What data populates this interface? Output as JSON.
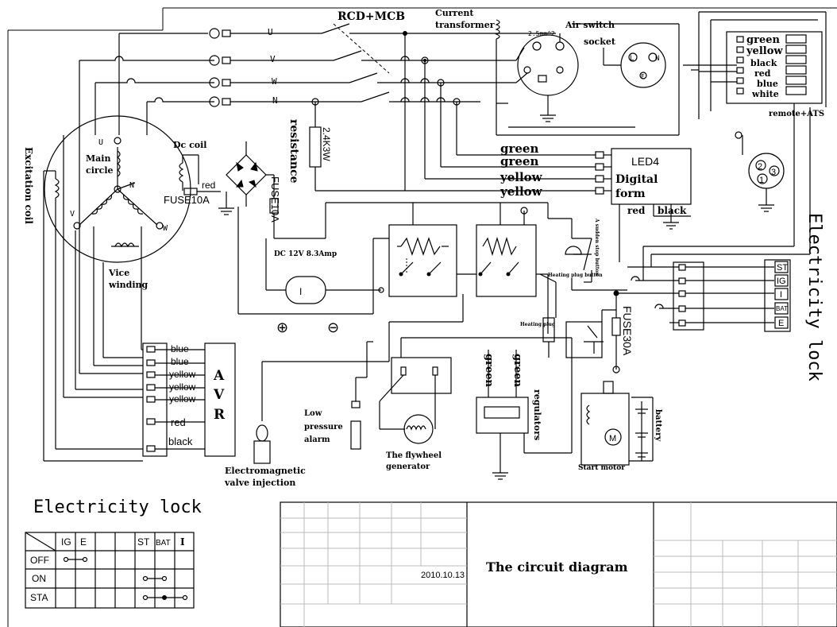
{
  "labels": {
    "rcd": "RCD+MCB",
    "current_transformer_1": "Current",
    "current_transformer_2": "transformer",
    "air_switch": "Air switch",
    "socket": "socket",
    "cable_spec": "2.5mm^2",
    "phase_u": "U",
    "phase_v": "V",
    "phase_w": "W",
    "phase_n": "N",
    "excitation_coil": "Excitation coil",
    "main_circle_1": "Main",
    "main_circle_2": "circle",
    "dc_coil": "Dc coil",
    "fuse_10a_1": "FUSE10A",
    "fuse_10a_2": "FUSE10A",
    "red": "red",
    "resistance": "resistance",
    "resistor_value": "2.4K3W",
    "dc_supply": "DC 12V 8.3Amp",
    "vice_winding_1": "Vice",
    "vice_winding_2": "winding",
    "led_display_1": "LED4",
    "led_display_2": "Digital",
    "led_display_3": "form",
    "led_wire_1": "green",
    "led_wire_2": "green",
    "led_wire_3": "yellow",
    "led_wire_4": "yellow",
    "led_red": "red",
    "led_black": "black",
    "remote_ats": "remote+ATS",
    "remote_wires": [
      "green",
      "yellow",
      "black",
      "red",
      "blue",
      "white"
    ],
    "electricity_lock_vertical": "Electricity lock",
    "sudden_stop": "A sudden stop button",
    "heating_plug_button": "Heating plug button",
    "heating_plug": "Heating plug",
    "fuse_30a": "FUSE30A",
    "battery": "battery",
    "start_motor": "Start motor",
    "regulators": "regulators",
    "flywheel_1": "The flywheel",
    "flywheel_2": "generator",
    "low_pressure_1": "Low",
    "low_pressure_2": "pressure",
    "low_pressure_3": "alarm",
    "valve_1": "Electromagnetic",
    "valve_2": "valve injection",
    "avr_1": "A",
    "avr_2": "V",
    "avr_3": "R",
    "avr_wires": [
      "blue",
      "blue",
      "yellow",
      "yellow",
      "yellow",
      "red",
      "black"
    ],
    "lock_terminals": [
      "ST",
      "IG",
      "I",
      "BAT",
      "E"
    ],
    "plus_sign": "⊕",
    "minus_sign": "⊖",
    "ammeter_sign": "I",
    "wye_n": "N",
    "wye_u": "U",
    "wye_v": "V",
    "wye_w": "W",
    "socket_l": "L",
    "socket_n": "N",
    "socket_e": "E",
    "pin_1": "1",
    "pin_2": "2",
    "pin_3": "3",
    "motor_m": "M"
  },
  "lock_table": {
    "title": "Electricity lock",
    "headers": [
      "IG",
      "E",
      "",
      "ST",
      "BAT",
      "I"
    ],
    "rows": [
      "OFF",
      "ON",
      "STA"
    ]
  },
  "title_block": {
    "date": "2010.10.13",
    "title": "The circuit diagram"
  }
}
